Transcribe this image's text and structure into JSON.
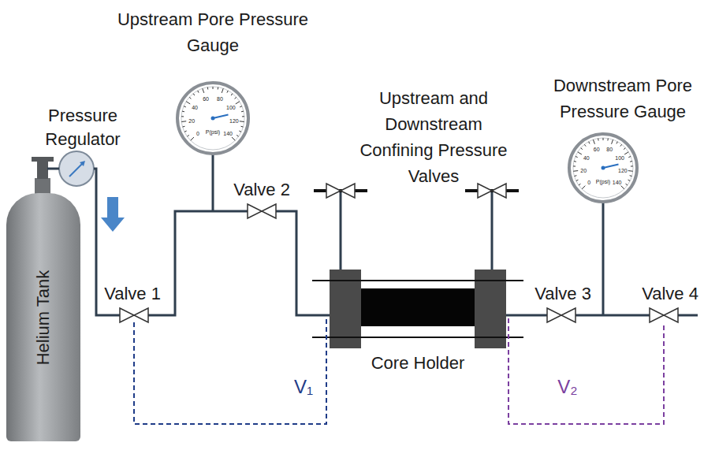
{
  "diagram": {
    "nodes": [
      {
        "text": [
          "Helium Tank"
        ]
      },
      {
        "text": [
          "Core Holder"
        ]
      }
    ],
    "labels": [
      "Upstream Pore Pressure Gauge",
      "Pressure Regulator",
      "Valve 2",
      "Upstream and Downstream Confining Pressure Valves",
      "Downstream Pore Pressure Gauge",
      "Valve 1",
      "Valve 3",
      "Valve 4",
      "V₁",
      "V₂",
      "0",
      "20",
      "40",
      "60",
      "80",
      "100",
      "120",
      "140",
      "P(psi)",
      "0",
      "20",
      "40",
      "60",
      "80",
      "100",
      "120",
      "140",
      "P(psi)"
    ]
  }
}
